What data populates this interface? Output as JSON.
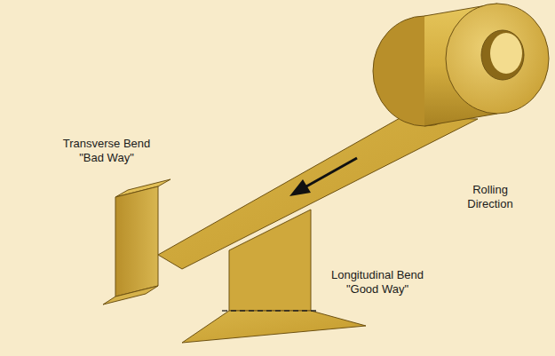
{
  "diagram": {
    "labels": [
      "Transverse Bend \"Bad Way\"",
      "Rolling Direction",
      "Longitudinal Bend \"Good Way\""
    ]
  }
}
